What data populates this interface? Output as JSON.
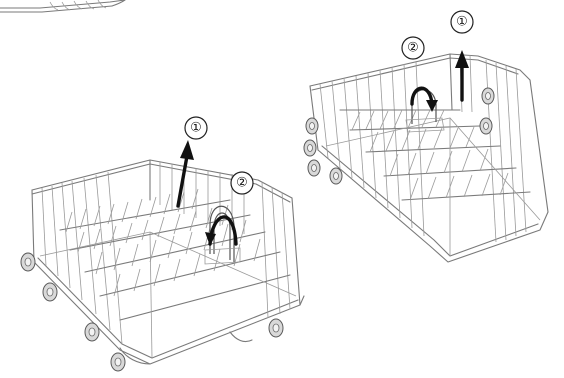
{
  "figure": {
    "panels": [
      {
        "id": "lower-basket",
        "callouts": [
          {
            "label": "①",
            "arrow": "straight-up"
          },
          {
            "label": "②",
            "arrow": "curved"
          }
        ]
      },
      {
        "id": "upper-basket",
        "callouts": [
          {
            "label": "②",
            "arrow": "curved"
          },
          {
            "label": "①",
            "arrow": "straight-up"
          }
        ]
      }
    ],
    "colors": {
      "wire": "#7a7a7a",
      "arrow": "#111111",
      "background": "#ffffff"
    }
  }
}
